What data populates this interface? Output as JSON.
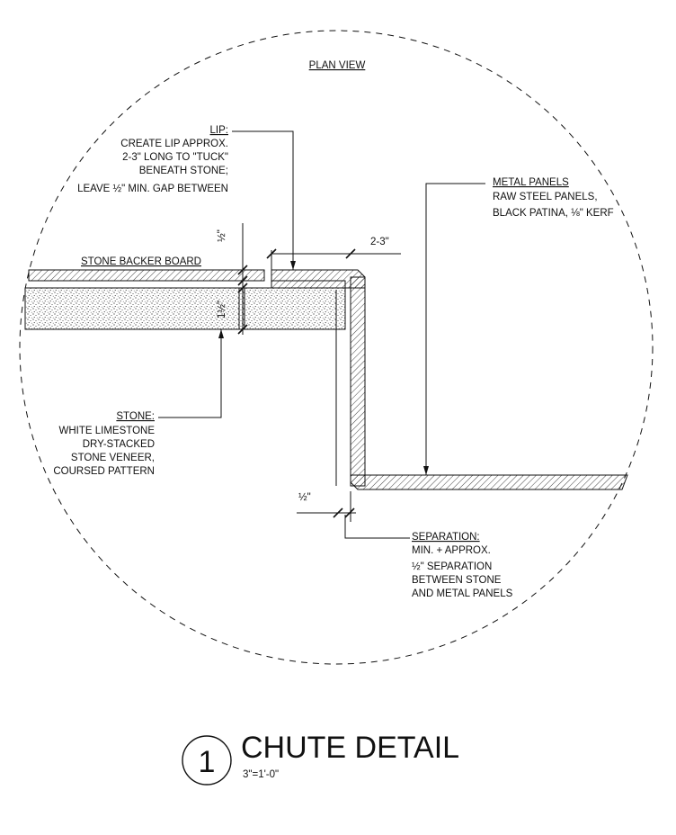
{
  "plan_view_label": "PLAN VIEW",
  "lip": {
    "heading": "LIP:",
    "lines": [
      "CREATE LIP APPROX.",
      "2-3\" LONG TO \"TUCK\"",
      "BENEATH STONE;",
      "LEAVE ½\" MIN. GAP BETWEEN"
    ]
  },
  "metal_panels": {
    "heading": "METAL PANELS",
    "lines": [
      "RAW STEEL PANELS,",
      "BLACK PATINA, ⅛\" KERF"
    ]
  },
  "stone_backer_label": "STONE BACKER BOARD",
  "stone": {
    "heading": "STONE:",
    "lines": [
      "WHITE LIMESTONE",
      "DRY-STACKED",
      "STONE VENEER,",
      "COURSED PATTERN"
    ]
  },
  "separation": {
    "heading": "SEPARATION:",
    "lines": [
      "MIN. + APPROX.",
      "½\" SEPARATION",
      "BETWEEN STONE",
      "AND METAL PANELS"
    ]
  },
  "dims": {
    "lip_length": "2-3\"",
    "gap_top": "½\"",
    "stone_gap": "1½\"",
    "separation": "½\""
  },
  "title_block": {
    "number": "1",
    "title": "CHUTE DETAIL",
    "scale": "3\"=1'-0\""
  }
}
